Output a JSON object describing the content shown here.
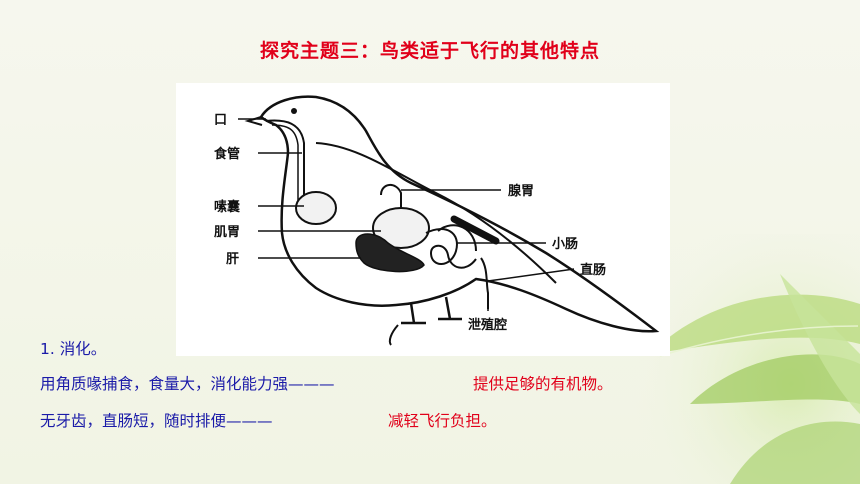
{
  "title": "探究主题三：鸟类适于飞行的其他特点",
  "diagram": {
    "labels": {
      "mouth": "口",
      "esophagus": "食管",
      "crop": "嗉囊",
      "gizzard": "肌胃",
      "liver": "肝",
      "proventriculus": "腺胃",
      "small_intestine": "小肠",
      "rectum": "直肠",
      "cloaca": "泄殖腔"
    }
  },
  "content": {
    "heading": "1. 消化。",
    "point1_text": "用角质喙捕食，食量大，消化能力强———",
    "point1_answer": "提供足够的有机物。",
    "point2_text": "无牙齿，直肠短，随时排便———",
    "point2_answer": "减轻飞行负担。"
  },
  "colors": {
    "title": "#e1001a",
    "body_text": "#1a1aa8",
    "answer": "#e1001a"
  }
}
